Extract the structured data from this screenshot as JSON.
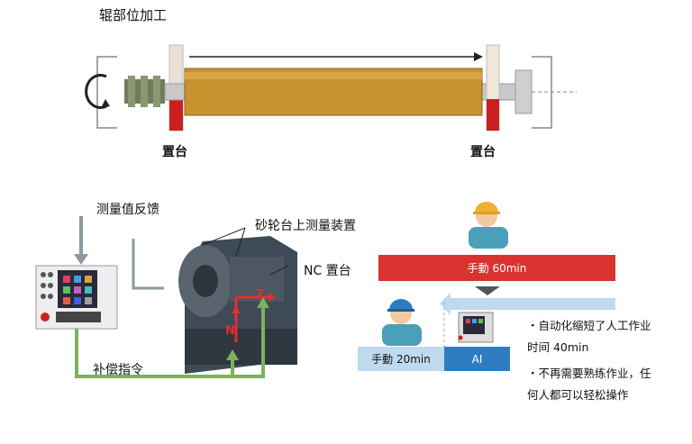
{
  "top": {
    "title": "辊部位加工",
    "left_stand_label": "置台",
    "right_stand_label": "置台"
  },
  "machine": {
    "feedback_label": "测量值反馈",
    "gauge_label": "砂轮台上测量装置",
    "nc_label": "NC 置台",
    "command_label": "补偿指令",
    "axis_z": "Z",
    "axis_n": "N"
  },
  "compare": {
    "manual_60": "手動 60min",
    "manual_20": "手動 20min",
    "ai": "AI",
    "note1_line1": "・自动化缩短了人工作业",
    "note1_line2": "时间 40min",
    "note2_line1": "・不再需要熟练作业，任",
    "note2_line2": "何人都可以轻松操作"
  },
  "colors": {
    "roll": "#c8932e",
    "stand_red": "#cc1f1f",
    "manual_bar": "#d9332f",
    "ai_bar": "#2e7cc2",
    "light_blue": "#bfd9ee",
    "arrow_green": "#7fb05a"
  }
}
